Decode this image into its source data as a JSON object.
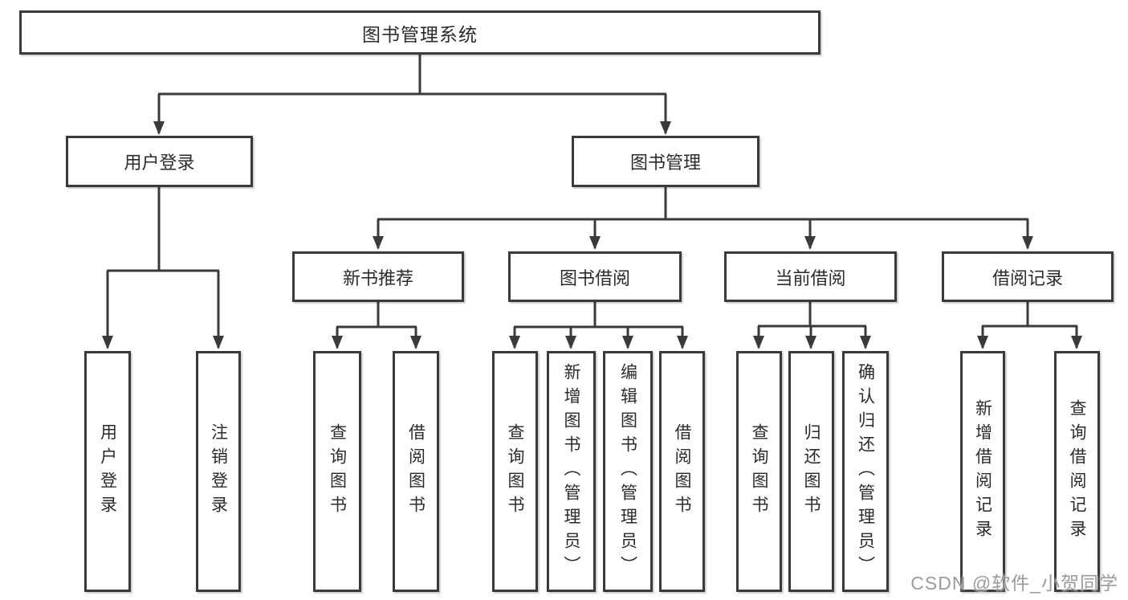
{
  "root": {
    "label": "图书管理系统"
  },
  "branches": [
    {
      "label": "用户登录"
    },
    {
      "label": "图书管理"
    }
  ],
  "modules": [
    {
      "label": "新书推荐"
    },
    {
      "label": "图书借阅"
    },
    {
      "label": "当前借阅"
    },
    {
      "label": "借阅记录"
    }
  ],
  "functions": [
    {
      "label": "用户登录"
    },
    {
      "label": "注销登录"
    },
    {
      "label": "查询图书"
    },
    {
      "label": "借阅图书"
    },
    {
      "label": "查询图书"
    },
    {
      "label": "新增图书（管理员）"
    },
    {
      "label": "编辑图书（管理员）"
    },
    {
      "label": "借阅图书"
    },
    {
      "label": "查询图书"
    },
    {
      "label": "归还图书"
    },
    {
      "label": "确认归还（管理员）"
    },
    {
      "label": "新增借阅记录"
    },
    {
      "label": "查询借阅记录"
    }
  ],
  "watermark": {
    "text": "CSDN @软件_小贺同学"
  },
  "colors": {
    "line": "#3a3a3a",
    "box_border": "#3a3a3a",
    "text": "#2b2b2b",
    "background": "#ffffff",
    "watermark": "#969696"
  }
}
